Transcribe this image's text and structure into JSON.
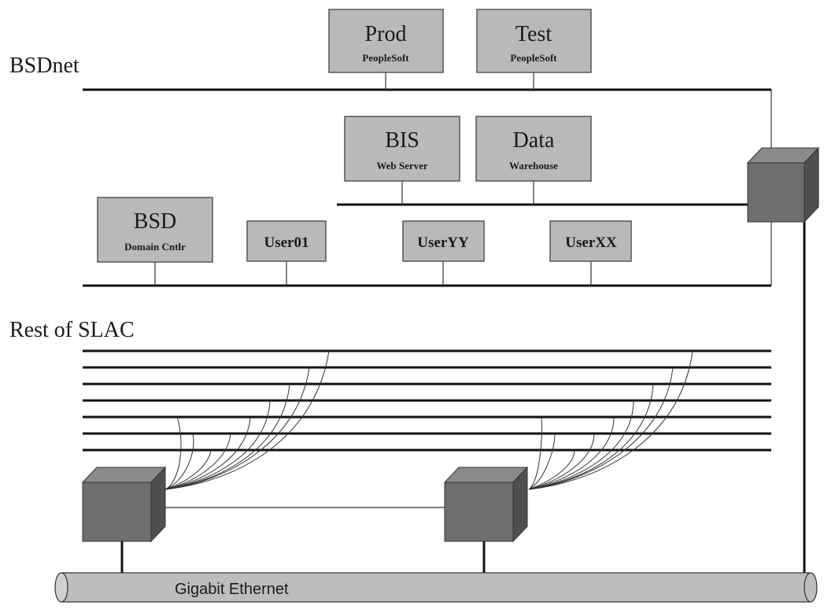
{
  "networks": {
    "bsdnet_label": "BSDnet",
    "rest_label": "Rest of SLAC",
    "backbone_label": "Gigabit Ethernet"
  },
  "servers": {
    "prod": {
      "title": "Prod",
      "subtitle": "PeopleSoft"
    },
    "test": {
      "title": "Test",
      "subtitle": "PeopleSoft"
    },
    "bis": {
      "title": "BIS",
      "subtitle": "Web Server"
    },
    "data": {
      "title": "Data",
      "subtitle": "Warehouse"
    },
    "bsd": {
      "title": "BSD",
      "subtitle": "Domain Cntlr"
    }
  },
  "users": {
    "user01": "User01",
    "useryy": "UserYY",
    "userxx": "UserXX"
  },
  "colors": {
    "box_fill": "#b9b9b9",
    "switch_front": "#6e6e6e",
    "switch_top": "#8a8a8a",
    "switch_side": "#4f4f4f",
    "backbone_fill": "#bdbdbd"
  }
}
